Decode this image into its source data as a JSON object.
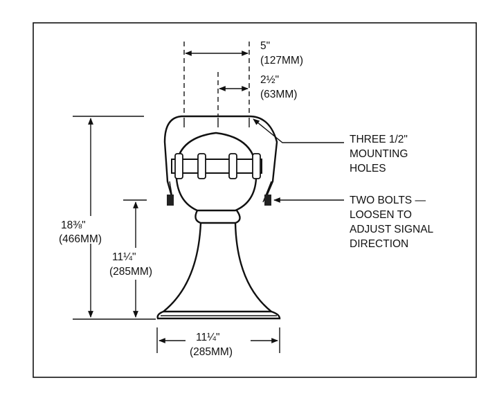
{
  "dimensions": {
    "mount_hole_spacing": {
      "imperial": "5\"",
      "metric": "(127MM)"
    },
    "mount_half_spacing": {
      "imperial": "2½\"",
      "metric": "(63MM)"
    },
    "overall_height": {
      "imperial": "18⅜\"",
      "metric": "(466MM)"
    },
    "horn_height": {
      "imperial": "11¼\"",
      "metric": "(285MM)"
    },
    "bell_width": {
      "imperial": "11¼\"",
      "metric": "(285MM)"
    }
  },
  "callouts": {
    "mounting_holes": [
      "THREE 1/2\"",
      "MOUNTING",
      "HOLES"
    ],
    "bolts": [
      "TWO BOLTS —",
      "LOOSEN TO",
      "ADJUST SIGNAL",
      "DIRECTION"
    ]
  }
}
